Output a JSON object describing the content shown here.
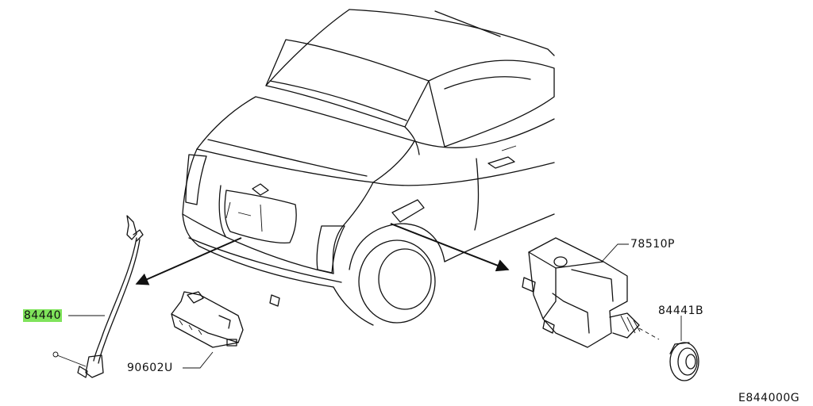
{
  "diagram_code": "E844000G",
  "parts": [
    {
      "id": "p84440",
      "number": "84440",
      "highlighted": true
    },
    {
      "id": "p90602u",
      "number": "90602U",
      "highlighted": false
    },
    {
      "id": "p78510p",
      "number": "78510P",
      "highlighted": false
    },
    {
      "id": "p84441b",
      "number": "84441B",
      "highlighted": false
    }
  ],
  "colors": {
    "line": "#111111",
    "highlight": "#7fe35b",
    "background": "#ffffff"
  }
}
